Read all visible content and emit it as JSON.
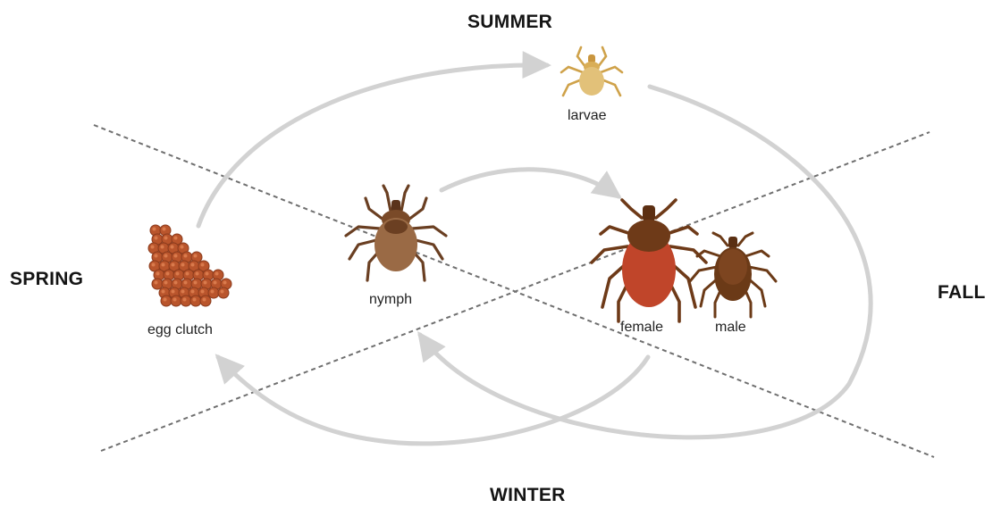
{
  "seasons": {
    "summer": "SUMMER",
    "spring": "SPRING",
    "fall": "FALL",
    "winter": "WINTER"
  },
  "stages": {
    "larvae": "larvae",
    "egg_clutch": "egg clutch",
    "nymph": "nymph",
    "female": "female",
    "male": "male"
  },
  "colors": {
    "arrow": "#d2d2d2",
    "divider": "#6f6f6f",
    "larvae": "#d9b25f",
    "egg": "#b9552c",
    "nymph_body": "#7a4a28",
    "nymph_abdomen": "#9a6a45",
    "female_body": "#6e3a18",
    "female_abdomen": "#c0452a",
    "male_body": "#6b3a17"
  }
}
